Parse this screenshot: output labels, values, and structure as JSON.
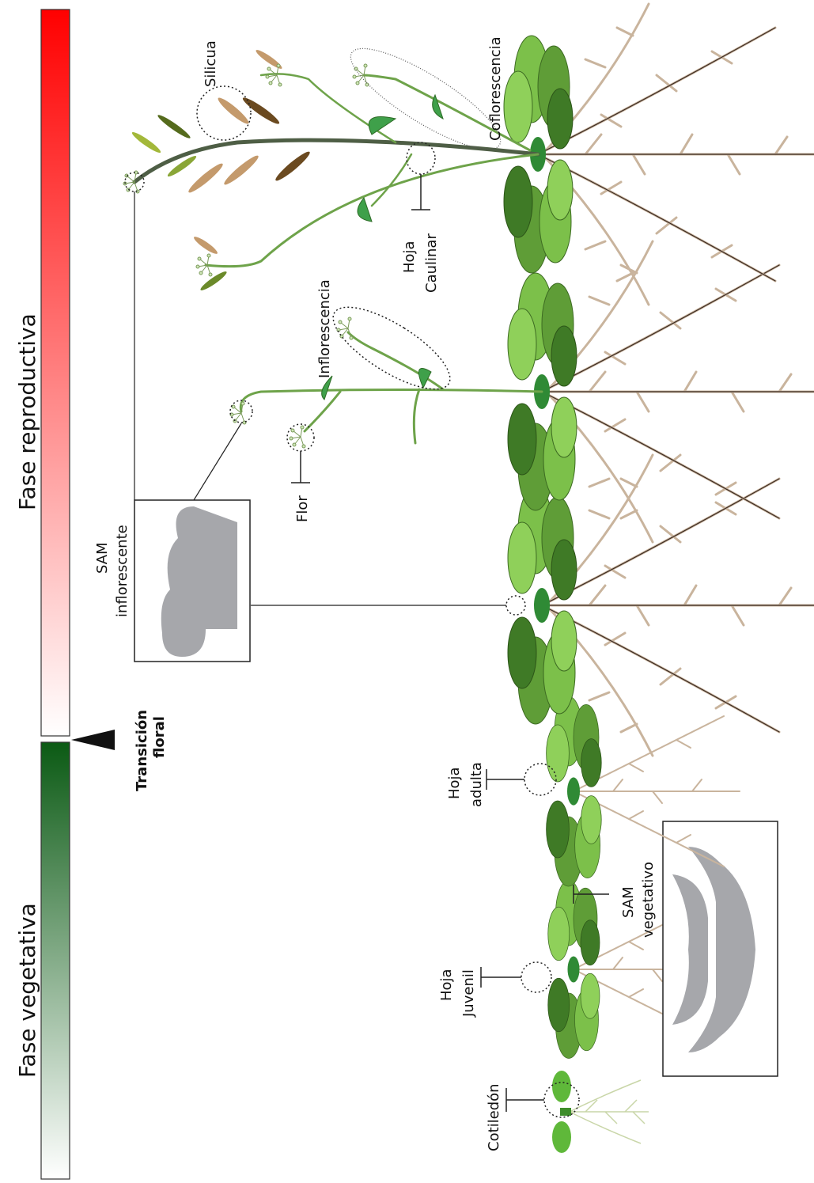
{
  "phases": {
    "reproductive": "Fase reproductiva",
    "vegetative": "Fase vegetativa",
    "transition_line1": "Transición",
    "transition_line2": "floral"
  },
  "labels": {
    "cotyledon": "Cotiledón",
    "juvenile_leaf_1": "Hoja",
    "juvenile_leaf_2": "Juvenil",
    "adult_leaf_1": "Hoja",
    "adult_leaf_2": "adulta",
    "sam_veg_1": "SAM",
    "sam_veg_2": "vegetativo",
    "sam_inf_1": "SAM",
    "sam_inf_2": "inflorescente",
    "flower": "Flor",
    "inflorescence": "Inflorescencia",
    "silique": "Silicua",
    "cauline_leaf_1": "Hoja",
    "cauline_leaf_2": "Caulinar",
    "coflorescence": "Coflorescencia"
  },
  "colors": {
    "reproductive_gradient": [
      "#ff0000",
      "#ffffff"
    ],
    "vegetative_gradient": [
      "#0b5a14",
      "#ffffff"
    ],
    "leaf_light": "#7fbf4a",
    "leaf_dark": "#3f7a26",
    "root": "#cdb9a5",
    "sam_gray": "#a6a7ab"
  }
}
